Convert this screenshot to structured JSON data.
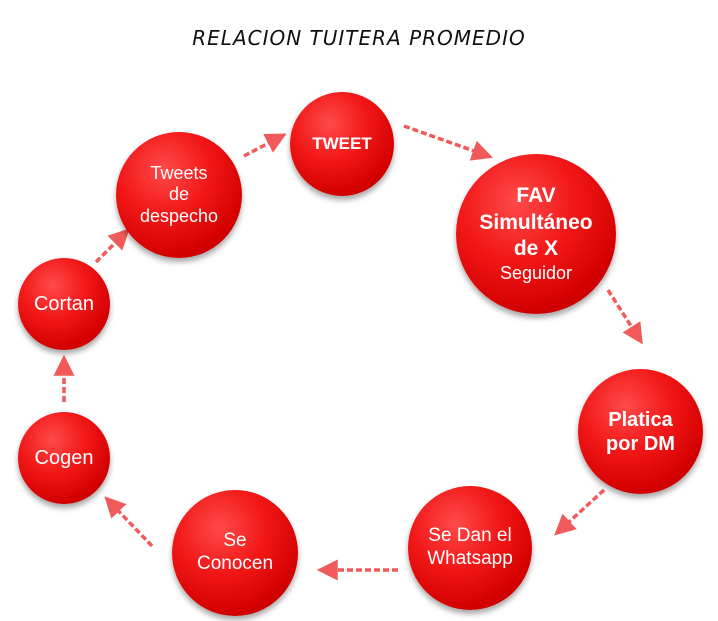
{
  "title": "RELACION TUITERA PROMEDIO",
  "nodes": {
    "tweet": "TWEET",
    "fav_line1": "FAV",
    "fav_line2": "Simultáneo",
    "fav_line3": "de X",
    "fav_line4": "Seguidor",
    "platica": "Platica\npor DM",
    "whatsapp": "Se Dan el\nWhatsapp",
    "conocen": "Se\nConocen",
    "cogen": "Cogen",
    "cortan": "Cortan",
    "despecho": "Tweets\nde\ndespecho"
  },
  "colors": {
    "node": "#e00000",
    "arrow": "#f05a5a",
    "text": "#ffffff"
  }
}
